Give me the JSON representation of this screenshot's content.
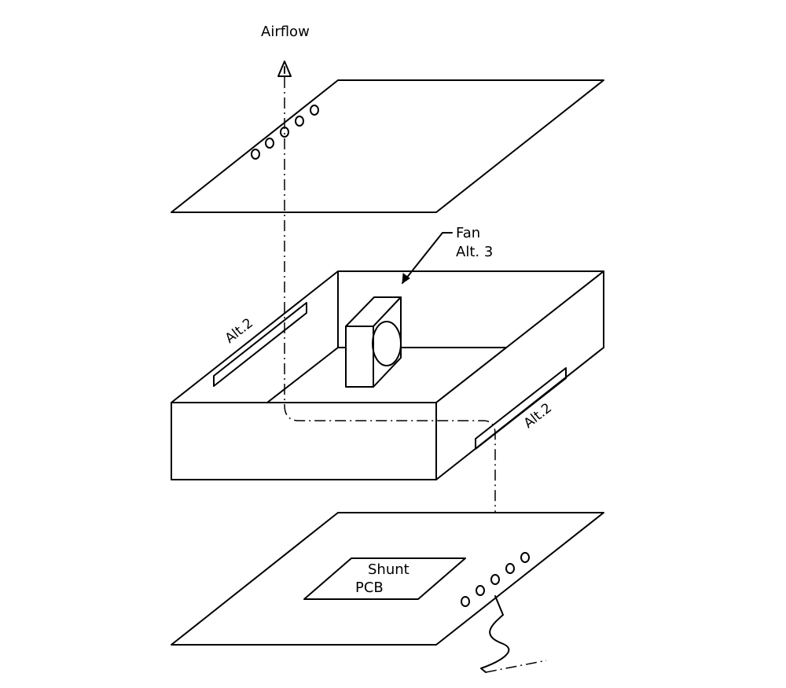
{
  "labels": {
    "airflow": "Airflow",
    "fan_line1": "Fan",
    "fan_line2": "Alt. 3",
    "alt2_left": "Alt.2",
    "alt2_right": "Alt.2",
    "shunt": "Shunt",
    "pcb": "PCB"
  },
  "colors": {
    "line": "#000000",
    "background": "#ffffff"
  }
}
